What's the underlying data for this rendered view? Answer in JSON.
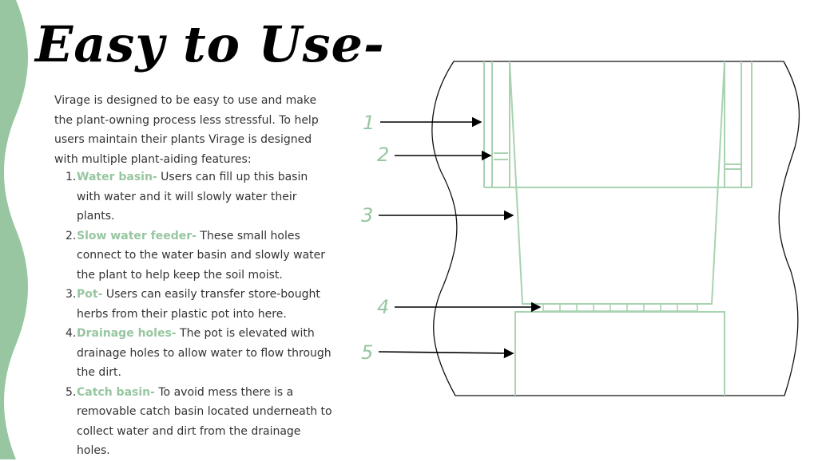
{
  "title": "Easy to Use-",
  "intro": "Virage is designed to be easy to use and make the plant-owning process less stressful. To help users maintain their plants Virage is designed with multiple plant-aiding features:",
  "features": [
    {
      "number": "1.",
      "term": "Water basin-",
      "description": " Users can fill up this basin with water and it will slowly water their plants."
    },
    {
      "number": "2.",
      "term": "Slow water feeder-",
      "description": " These small holes connect to the water basin and slowly water the plant to help keep the soil moist."
    },
    {
      "number": "3.",
      "term": "Pot-",
      "description": " Users can easily transfer store-bought herbs from their plastic pot into here."
    },
    {
      "number": "4.",
      "term": "Drainage holes-",
      "description": " The pot is elevated with drainage holes to allow water to flow through the dirt."
    },
    {
      "number": "5.",
      "term": "Catch basin-",
      "description": " To avoid mess there is a removable catch basin located underneath to collect water and dirt from the drainage holes."
    }
  ],
  "diagram": {
    "callouts": [
      "1",
      "2",
      "3",
      "4",
      "5"
    ]
  },
  "colors": {
    "accent": "#97c6a0",
    "sketch_line": "#a8d3b0",
    "outline": "#111111",
    "body_text": "#333333"
  }
}
